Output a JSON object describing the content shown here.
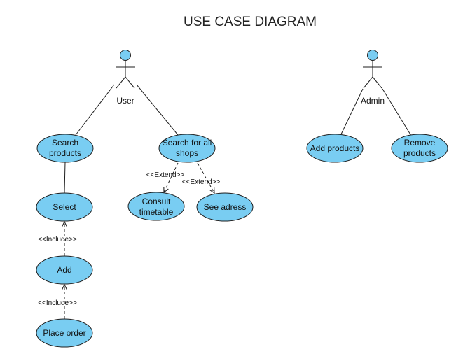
{
  "title": "USE CASE DIAGRAM",
  "colors": {
    "fill": "#79CDF2",
    "stroke": "#1E1E1E",
    "background": "#FFFFFF"
  },
  "actors": [
    {
      "id": "user",
      "label": "User"
    },
    {
      "id": "admin",
      "label": "Admin"
    }
  ],
  "use_cases": [
    {
      "id": "search-products",
      "lines": [
        "Search",
        "products"
      ]
    },
    {
      "id": "search-shops",
      "lines": [
        "Search for all",
        "shops"
      ]
    },
    {
      "id": "select",
      "lines": [
        "Select"
      ]
    },
    {
      "id": "consult-timetable",
      "lines": [
        "Consult",
        "timetable"
      ]
    },
    {
      "id": "see-adress",
      "lines": [
        "See adress"
      ]
    },
    {
      "id": "add",
      "lines": [
        "Add"
      ]
    },
    {
      "id": "place-order",
      "lines": [
        "Place order"
      ]
    },
    {
      "id": "add-products",
      "lines": [
        "Add products"
      ]
    },
    {
      "id": "remove-products",
      "lines": [
        "Remove",
        "products"
      ]
    }
  ],
  "associations": [
    {
      "actor": "user",
      "use_case": "search-products"
    },
    {
      "actor": "user",
      "use_case": "search-shops"
    },
    {
      "actor": "admin",
      "use_case": "add-products"
    },
    {
      "actor": "admin",
      "use_case": "remove-products"
    },
    {
      "from": "search-products",
      "to": "select"
    }
  ],
  "relationships": [
    {
      "type": "extend",
      "label": "<<Extend>>",
      "from": "search-shops",
      "to": "consult-timetable"
    },
    {
      "type": "extend",
      "label": "<<Extend>>",
      "from": "search-shops",
      "to": "see-adress"
    },
    {
      "type": "include",
      "label": "<<Include>>",
      "from": "add",
      "to": "select"
    },
    {
      "type": "include",
      "label": "<<Include>>",
      "from": "place-order",
      "to": "add"
    }
  ]
}
